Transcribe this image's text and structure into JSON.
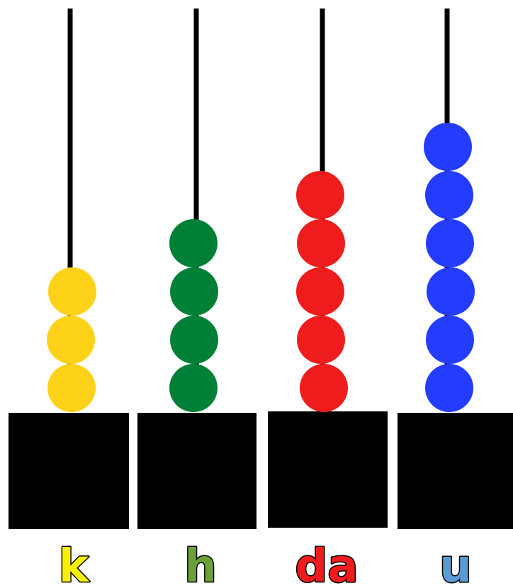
{
  "abacus": {
    "rods": [
      {
        "label": "k",
        "label_color": "#f7f000",
        "bead_color": "#ffd21a",
        "beads": 3
      },
      {
        "label": "h",
        "label_color": "#6aa038",
        "bead_color": "#008037",
        "beads": 4
      },
      {
        "label": "da",
        "label_color": "#ee1c1c",
        "bead_color": "#ee1c1c",
        "beads": 5
      },
      {
        "label": "u",
        "label_color": "#5b9bd5",
        "bead_color": "#233cfe",
        "beads": 6
      }
    ],
    "rod_color": "#000000",
    "base_color": "#000000"
  }
}
